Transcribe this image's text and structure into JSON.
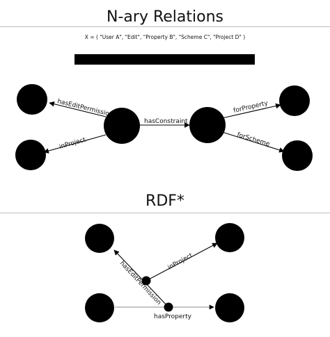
{
  "sections": {
    "nary": {
      "title": "N-ary Relations",
      "tuple": "X = ( \"User A\",  \"Edit\",  \"Property B\",  \"Scheme C\",  \"Project D\" )"
    },
    "rdf": {
      "title": "RDF*"
    }
  },
  "edges": {
    "hasEditPermission": "hasEditPermission",
    "inProject": "inProject",
    "hasConstraint": "hasConstraint",
    "forProperty": "forProperty",
    "forScheme": "forScheme",
    "rdf_hasEditPermission": "hasEditPermission",
    "rdf_inProject": "inProject",
    "rdf_hasProperty": "hasProperty"
  }
}
